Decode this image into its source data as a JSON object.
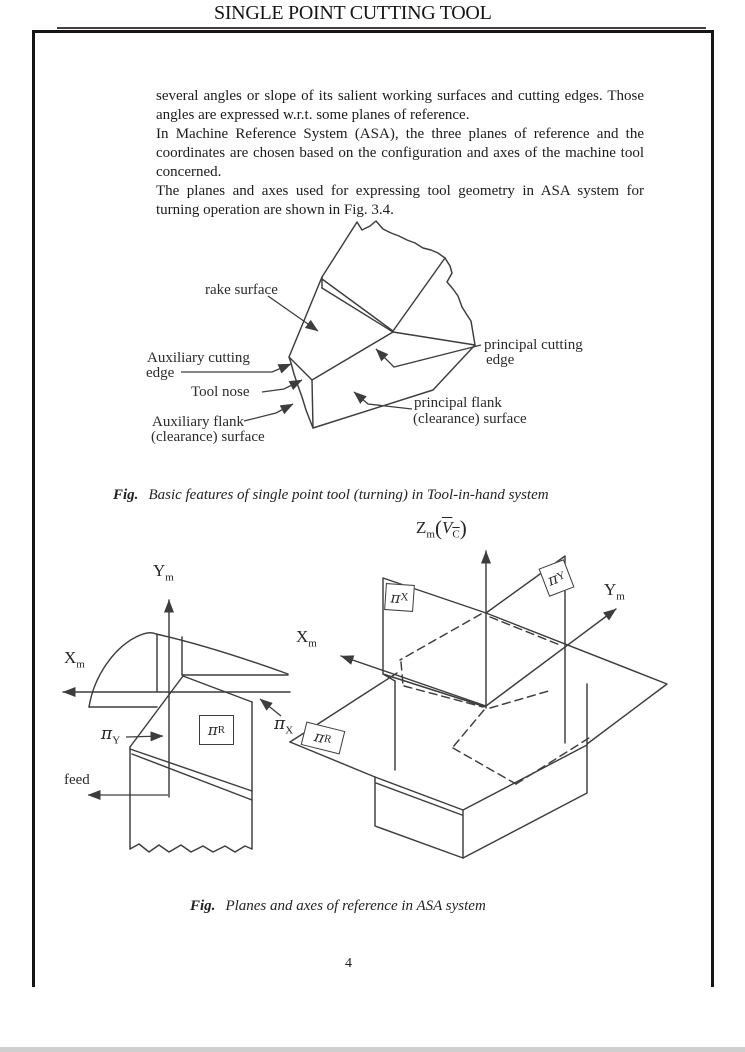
{
  "page": {
    "title": "SINGLE POINT CUTTING TOOL",
    "page_number": "4"
  },
  "body": {
    "paragraphs": [
      "several angles or slope of its salient working surfaces and cutting edges. Those angles are expressed w.r.t. some planes of reference.",
      "In Machine Reference System (ASA), the three planes of reference and the coordinates are chosen based on the configuration and axes of the machine tool concerned.",
      "The planes and axes used for expressing tool geometry in ASA system for turning operation are shown in Fig. 3.4."
    ]
  },
  "figure1": {
    "caption_prefix": "Fig.",
    "caption_text": "Basic features of single point tool (turning) in Tool-in-hand system",
    "labels": {
      "rake_surface": "rake surface",
      "auxiliary_cutting_edge_line1": "Auxiliary cutting",
      "auxiliary_cutting_edge_line2": "edge",
      "tool_nose": "Tool nose",
      "auxiliary_flank_line1": "Auxiliary flank",
      "auxiliary_flank_line2": "(clearance) surface",
      "principal_cutting_edge_line1": "principal cutting",
      "principal_cutting_edge_line2": "edge",
      "principal_flank_line1": "principal flank",
      "principal_flank_line2": "(clearance) surface"
    }
  },
  "figure2": {
    "caption_prefix": "Fig.",
    "caption_text": "Planes and axes of reference in ASA system",
    "left": {
      "y_axis": {
        "base": "Y",
        "sub": "m"
      },
      "x_axis": {
        "base": "X",
        "sub": "m"
      },
      "pi_y": {
        "base": "π",
        "sub": "Y"
      },
      "pi_x": {
        "base": "π",
        "sub": "X"
      },
      "pi_r_box": {
        "base": "π",
        "sub": "R"
      },
      "feed": "feed"
    },
    "right": {
      "z_axis": {
        "base": "Z",
        "sub": "m",
        "paren_open": "(",
        "velocity_base": "V",
        "velocity_sub": "C",
        "paren_close": ")"
      },
      "y_axis": {
        "base": "Y",
        "sub": "m"
      },
      "x_axis": {
        "base": "X",
        "sub": "m"
      },
      "pi_x_box": {
        "base": "π",
        "sub": "X"
      },
      "pi_y_box": {
        "base": "π",
        "sub": "Y"
      },
      "pi_r_box": {
        "base": "π",
        "sub": "R"
      }
    }
  },
  "colors": {
    "ink": "#3d3d3d",
    "text": "#1e1e1e"
  }
}
